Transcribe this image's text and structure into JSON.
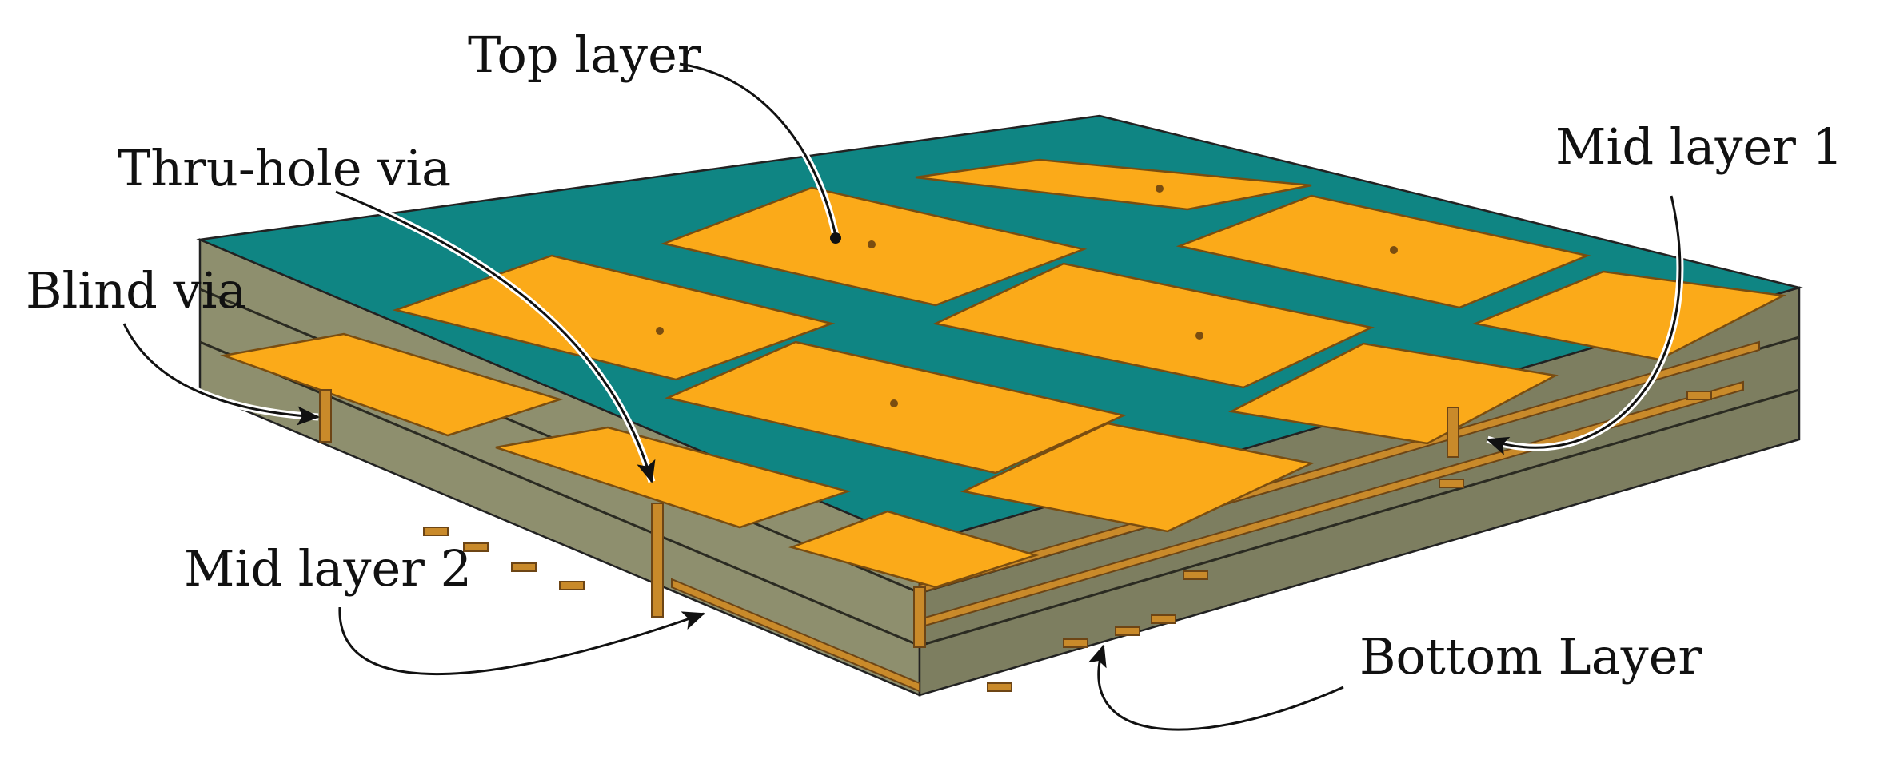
{
  "diagram": {
    "colors": {
      "substrate_top": "#0f8583",
      "substrate_side": "#8e8f6e",
      "pad": "#fbaa19",
      "copper": "#c98a2a",
      "outline": "#222222"
    },
    "labels": {
      "top_layer": "Top layer",
      "thru_hole_via": "Thru-hole via",
      "blind_via": "Blind via",
      "mid_layer_1": "Mid layer 1",
      "mid_layer_2": "Mid layer 2",
      "bottom_layer": "Bottom Layer"
    }
  }
}
